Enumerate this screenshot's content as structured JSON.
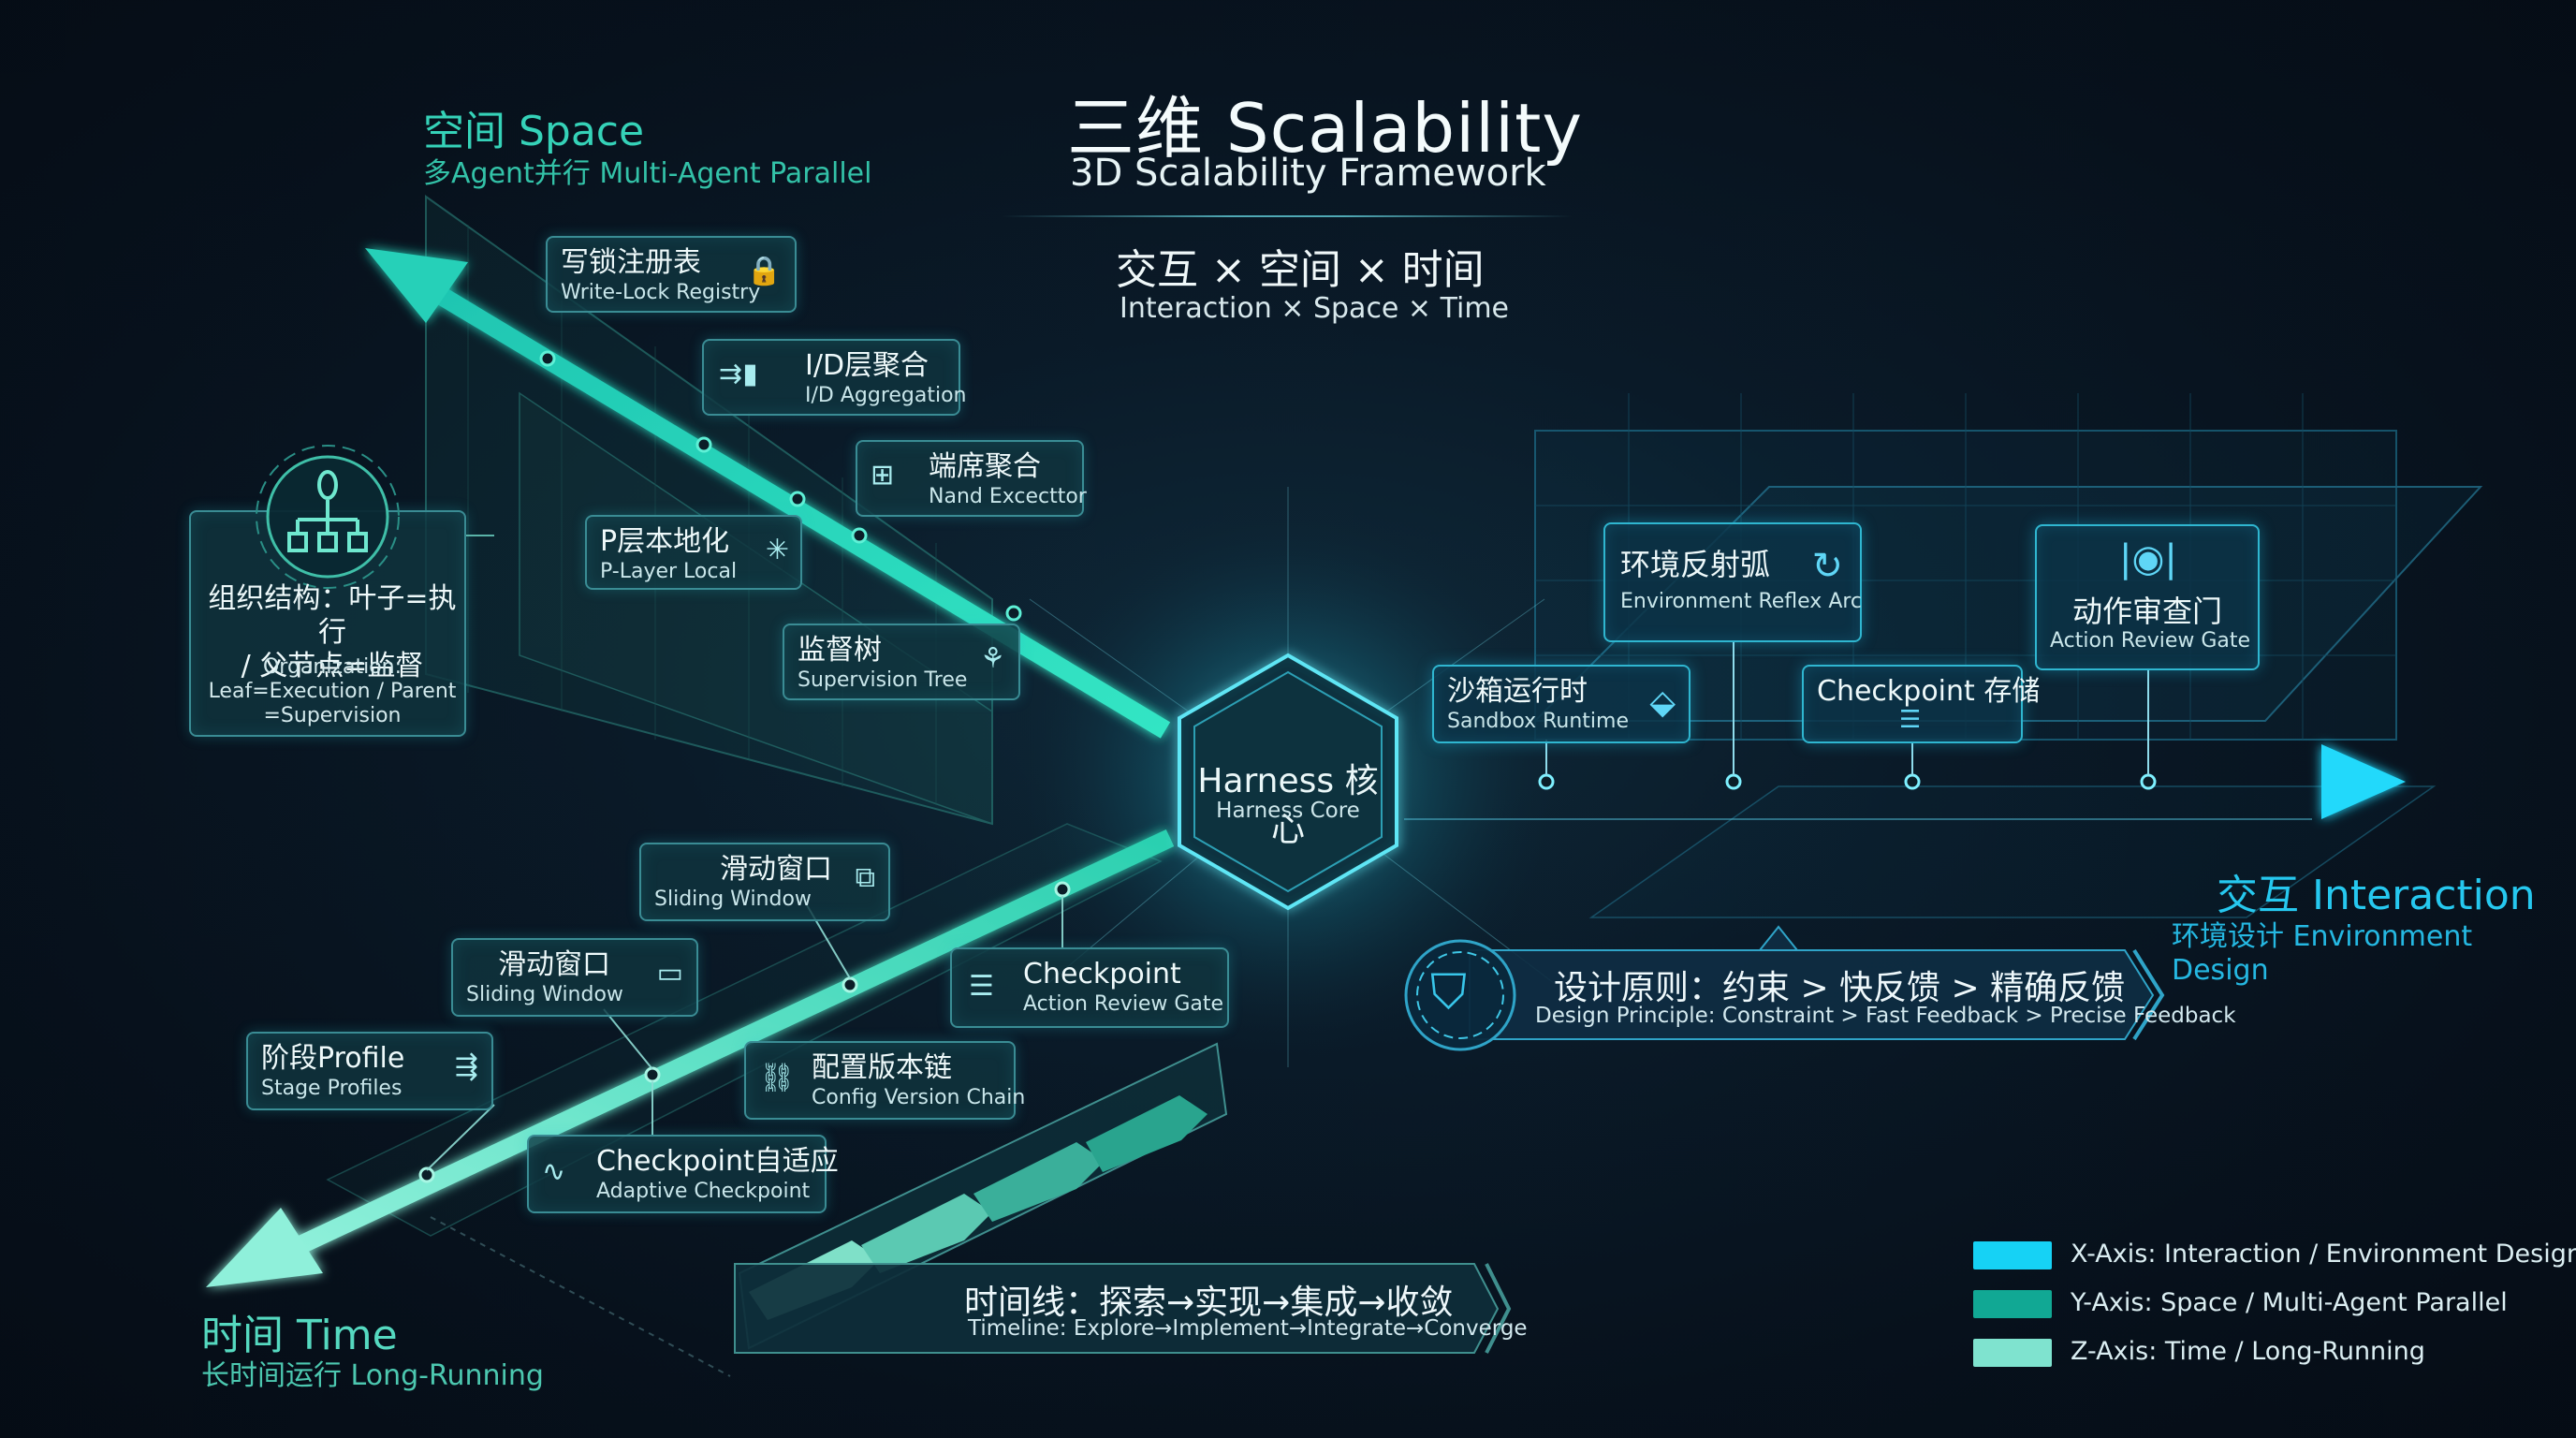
{
  "title": {
    "main": "三维 Scalability",
    "sub": "3D Scalability Framework",
    "formula_cn": "交互 × 空间 × 时间",
    "formula_en": "Interaction × Space × Time"
  },
  "axes": {
    "space": {
      "title": "空间 Space",
      "subtitle": "多Agent并行 Multi-Agent Parallel",
      "color": "#2fd3b8"
    },
    "interaction": {
      "title": "交互 Interaction",
      "subtitle": "环境设计 Environment Design",
      "color": "#16d2f5"
    },
    "time": {
      "title": "时间 Time",
      "subtitle": "长时间运行 Long-Running",
      "color": "#6fe8cf"
    }
  },
  "core": {
    "title": "Harness 核心",
    "subtitle": "Harness Core"
  },
  "space_cards": [
    {
      "t1": "写锁注册表",
      "t2": "Write-Lock Registry",
      "icon": "lock-icon"
    },
    {
      "t1": "I/D层聚合",
      "t2": "I/D Aggregation",
      "icon": "merge-icon"
    },
    {
      "t1": "端席聚合",
      "t2": "Nand Excecttor",
      "icon": "hierarchy-icon"
    },
    {
      "t1": "P层本地化",
      "t2": "P-Layer Local",
      "icon": "cluster-icon"
    },
    {
      "t1": "监督树",
      "t2": "Supervision Tree",
      "icon": "tree-icon"
    }
  ],
  "org": {
    "t1": "组织结构：叶子=执行\n/ 父节点=监督",
    "t2": "Organization:\nLeaf=Execution / Parent\n=Supervision",
    "icon": "org-chart-icon"
  },
  "interaction_cards": [
    {
      "t1": "环境反射弧",
      "t2": "Environment Reflex Arc",
      "icon": "refresh-icon"
    },
    {
      "t1": "动作审查门",
      "t2": "Action Review Gate",
      "icon": "eye-icon"
    },
    {
      "t1": "沙箱运行时",
      "t2": "Sandbox Runtime",
      "icon": "sandbox-icon"
    },
    {
      "t1": "Checkpoint 存储",
      "t2": "",
      "icon": "database-icon"
    }
  ],
  "principle": {
    "cn": "设计原则：约束 > 快反馈 > 精确反馈",
    "en": "Design Principle: Constraint > Fast Feedback > Precise Feedback",
    "icon": "shield-check-icon"
  },
  "time_cards": [
    {
      "t1": "滑动窗口",
      "t2": "Sliding Window",
      "icon": "window-icon"
    },
    {
      "t1": "滑动窗口",
      "t2": "Sliding Window",
      "icon": "window-icon"
    },
    {
      "t1": "Checkpoint",
      "t2": "Action Review Gate",
      "icon": "database-icon"
    },
    {
      "t1": "阶段Profile",
      "t2": "Stage Profiles",
      "icon": "stages-icon"
    },
    {
      "t1": "配置版本链",
      "t2": "Config Version Chain",
      "icon": "link-icon"
    },
    {
      "t1": "Checkpoint自适应",
      "t2": "Adaptive Checkpoint",
      "icon": "pulse-icon"
    }
  ],
  "timeline": {
    "cn": "时间线：探索→实现→集成→收敛",
    "en": "Timeline: Explore→Implement→Integrate→Converge"
  },
  "legend": [
    {
      "label": "X-Axis: Interaction / Environment Design",
      "color": "#16d2f5"
    },
    {
      "label": "Y-Axis: Space / Multi-Agent Parallel",
      "color": "#11a894"
    },
    {
      "label": "Z-Axis: Time / Long-Running",
      "color": "#7fe3cf"
    }
  ]
}
